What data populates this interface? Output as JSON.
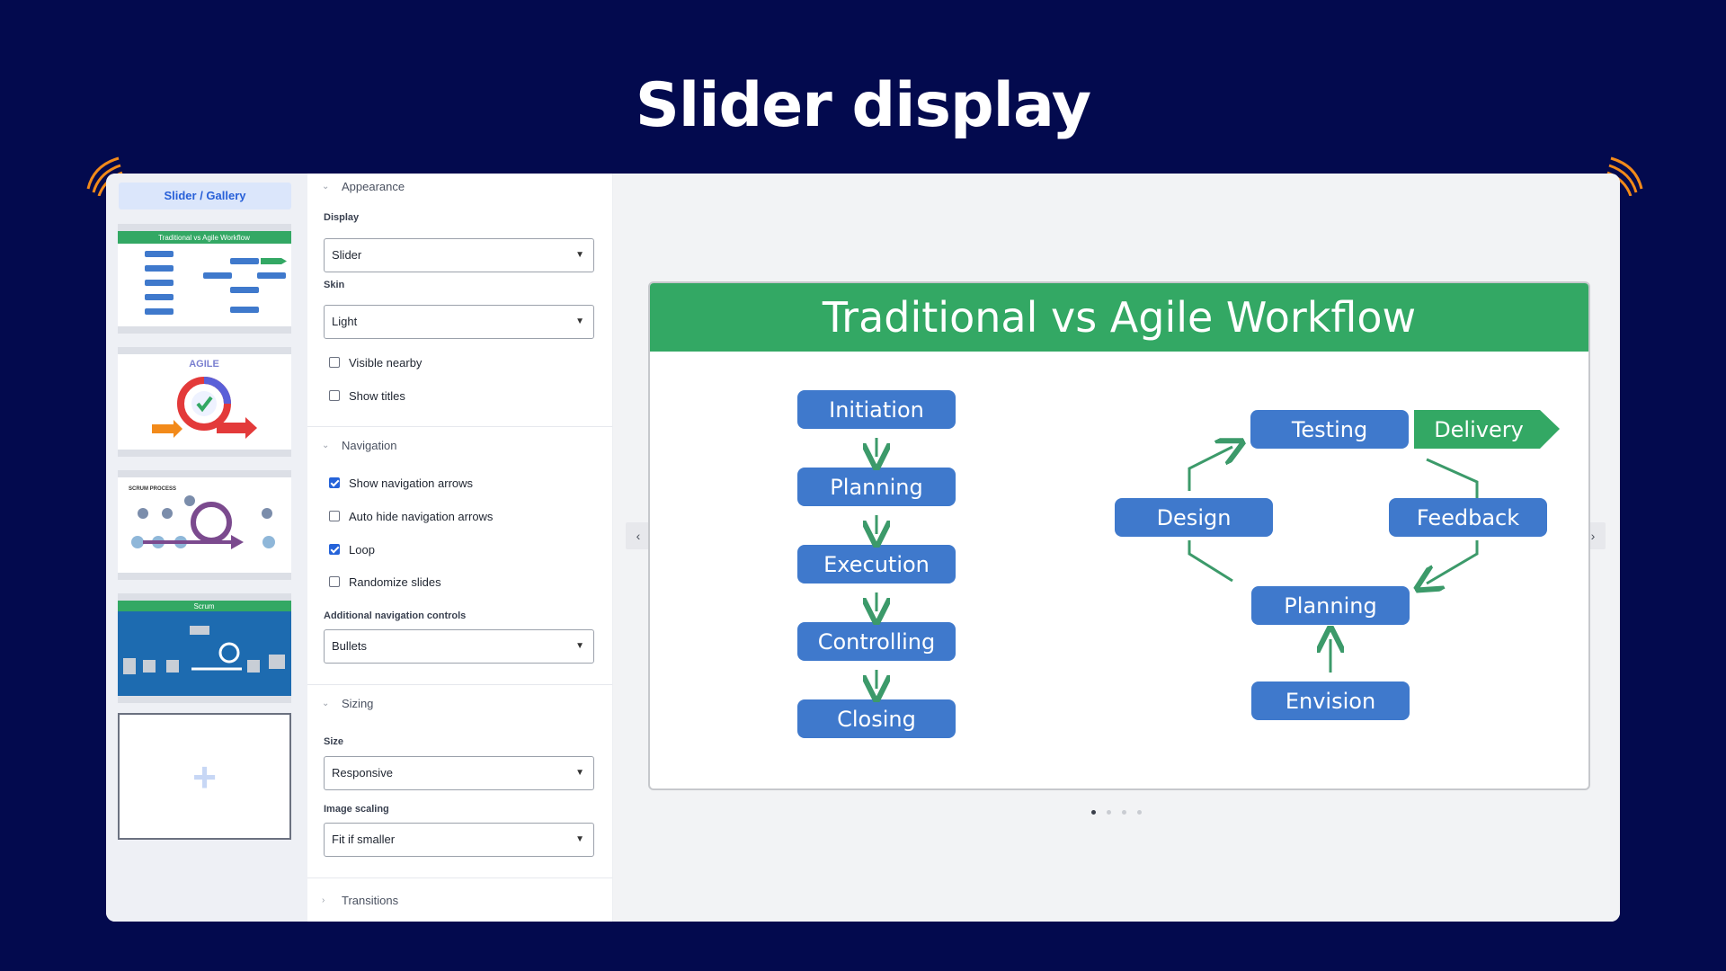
{
  "hero": {
    "title": "Slider display"
  },
  "sidebar": {
    "tab_label": "Slider / Gallery",
    "thumbnails": [
      {
        "caption": "Traditional vs Agile Workflow"
      },
      {
        "caption": "AGILE"
      },
      {
        "caption": "SCRUM PROCESS"
      },
      {
        "caption": "Scrum"
      }
    ],
    "add_label": "+"
  },
  "panel": {
    "appearance": {
      "title": "Appearance",
      "display_label": "Display",
      "display_value": "Slider",
      "skin_label": "Skin",
      "skin_value": "Light",
      "visible_nearby": "Visible nearby",
      "visible_nearby_checked": false,
      "show_titles": "Show titles",
      "show_titles_checked": false
    },
    "navigation": {
      "title": "Navigation",
      "show_arrows": "Show navigation arrows",
      "show_arrows_checked": true,
      "auto_hide": "Auto hide navigation arrows",
      "auto_hide_checked": false,
      "loop": "Loop",
      "loop_checked": true,
      "randomize": "Randomize slides",
      "randomize_checked": false,
      "additional_label": "Additional navigation controls",
      "additional_value": "Bullets"
    },
    "sizing": {
      "title": "Sizing",
      "size_label": "Size",
      "size_value": "Responsive",
      "scaling_label": "Image scaling",
      "scaling_value": "Fit if smaller"
    },
    "transitions": {
      "title": "Transitions"
    }
  },
  "slide": {
    "title": "Traditional vs Agile Workflow",
    "traditional_steps": [
      "Initiation",
      "Planning",
      "Execution",
      "Controlling",
      "Closing"
    ],
    "agile_steps": {
      "testing": "Testing",
      "delivery": "Delivery",
      "design": "Design",
      "feedback": "Feedback",
      "planning": "Planning",
      "envision": "Envision"
    },
    "bullets": {
      "count": 4,
      "active_index": 0
    }
  },
  "colors": {
    "background": "#030a4e",
    "accent_orange": "#f28a1a",
    "slide_green": "#33a864",
    "step_blue": "#3f79cc",
    "arrow_green": "#3c9a6a",
    "checkbox_blue": "#2563d9"
  }
}
